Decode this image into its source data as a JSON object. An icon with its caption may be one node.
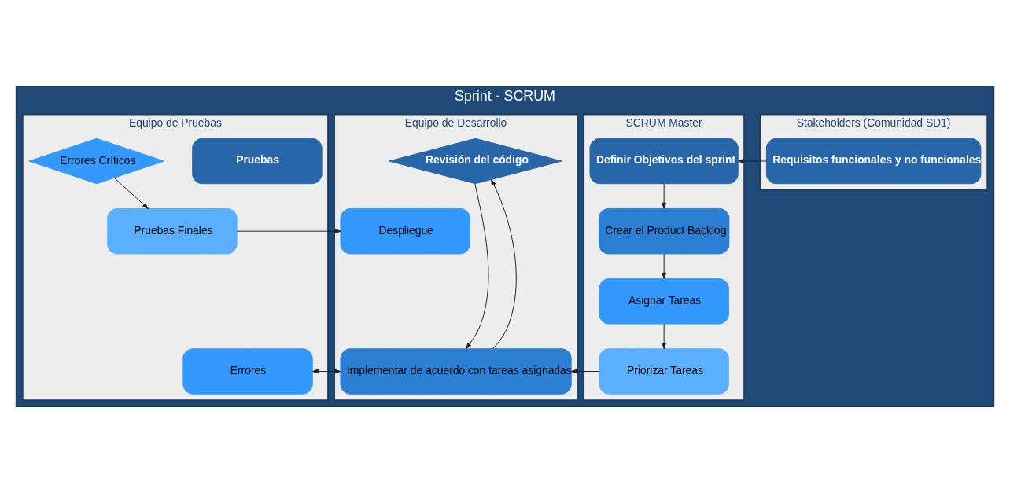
{
  "diagram": {
    "nodes": [
      {
        "text": [
          "Sprint - SCRUM"
        ]
      },
      {
        "text": [
          "Stakeholders (Comunidad SD1)"
        ],
        "in": 0
      },
      {
        "text": [
          "SCRUM Master"
        ],
        "in": 0
      },
      {
        "text": [
          "Equipo de Desarrollo"
        ],
        "in": 0
      },
      {
        "text": [
          "Equipo de Pruebas"
        ],
        "in": 0
      },
      {
        "text": [
          "Requisitos funcionales y no funcionales"
        ],
        "in": 1
      },
      {
        "text": [
          "Definir Objetivos del sprint"
        ],
        "in": 2
      },
      {
        "text": [
          "Crear el Product Backlog"
        ],
        "in": 2
      },
      {
        "text": [
          "Asignar Tareas"
        ],
        "in": 2
      },
      {
        "text": [
          "Priorizar Tareas"
        ],
        "in": 2
      },
      {
        "text": [
          "Revisión del código"
        ],
        "in": 3
      },
      {
        "text": [
          "Implementar de acuerdo con tareas asignadas"
        ],
        "in": 3
      },
      {
        "text": [
          "Despliegue"
        ],
        "in": 3
      },
      {
        "text": [
          "Pruebas"
        ],
        "in": 4
      },
      {
        "text": [
          "Errores Críticos"
        ],
        "in": 4
      },
      {
        "text": [
          "Errores"
        ],
        "in": 4
      },
      {
        "text": [
          "Pruebas Finales"
        ],
        "in": 4
      }
    ],
    "edges": [
      {
        "from": 5,
        "to": 6,
        "arrow": "to"
      },
      {
        "from": 6,
        "to": 7,
        "arrow": "to"
      },
      {
        "from": 7,
        "to": 8,
        "arrow": "to"
      },
      {
        "from": 8,
        "to": 9,
        "arrow": "to"
      },
      {
        "from": 9,
        "to": 11,
        "arrow": "to"
      },
      {
        "from": 11,
        "to": 10,
        "arrow": "to"
      },
      {
        "from": 10,
        "to": 11,
        "arrow": "to"
      },
      {
        "from": 11,
        "to": 15,
        "arrow": "both"
      },
      {
        "from": 14,
        "to": 16,
        "arrow": "to"
      },
      {
        "from": 16,
        "to": 12,
        "arrow": "to"
      }
    ]
  }
}
